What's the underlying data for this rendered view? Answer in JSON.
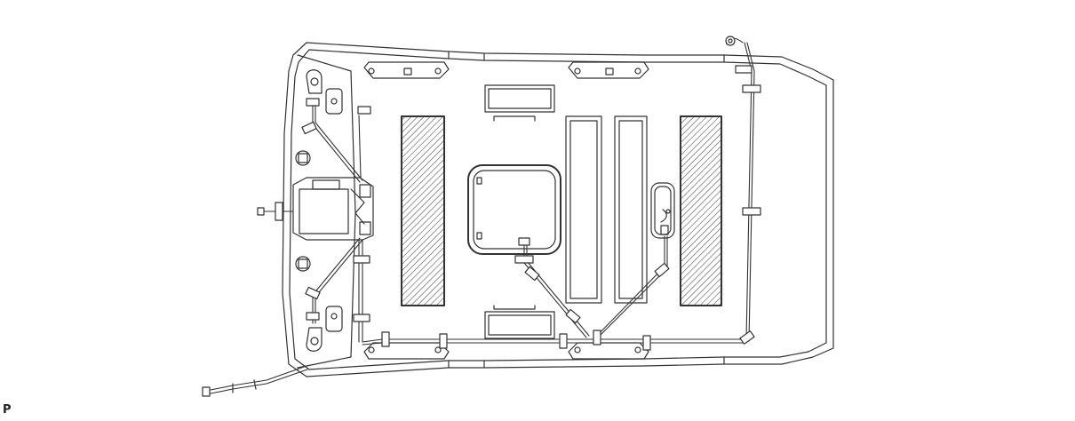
{
  "figure": {
    "corner_label": "P"
  },
  "colors": {
    "line": "#333333",
    "hatch": "#555555",
    "background": "#ffffff"
  },
  "icons": [
    "headliner-outline",
    "sun-visor-pad",
    "sunroof-opening",
    "roof-bow",
    "wire-harness",
    "harness-clamp",
    "connector",
    "dome-light",
    "assist-grip-bracket",
    "coat-hook"
  ]
}
